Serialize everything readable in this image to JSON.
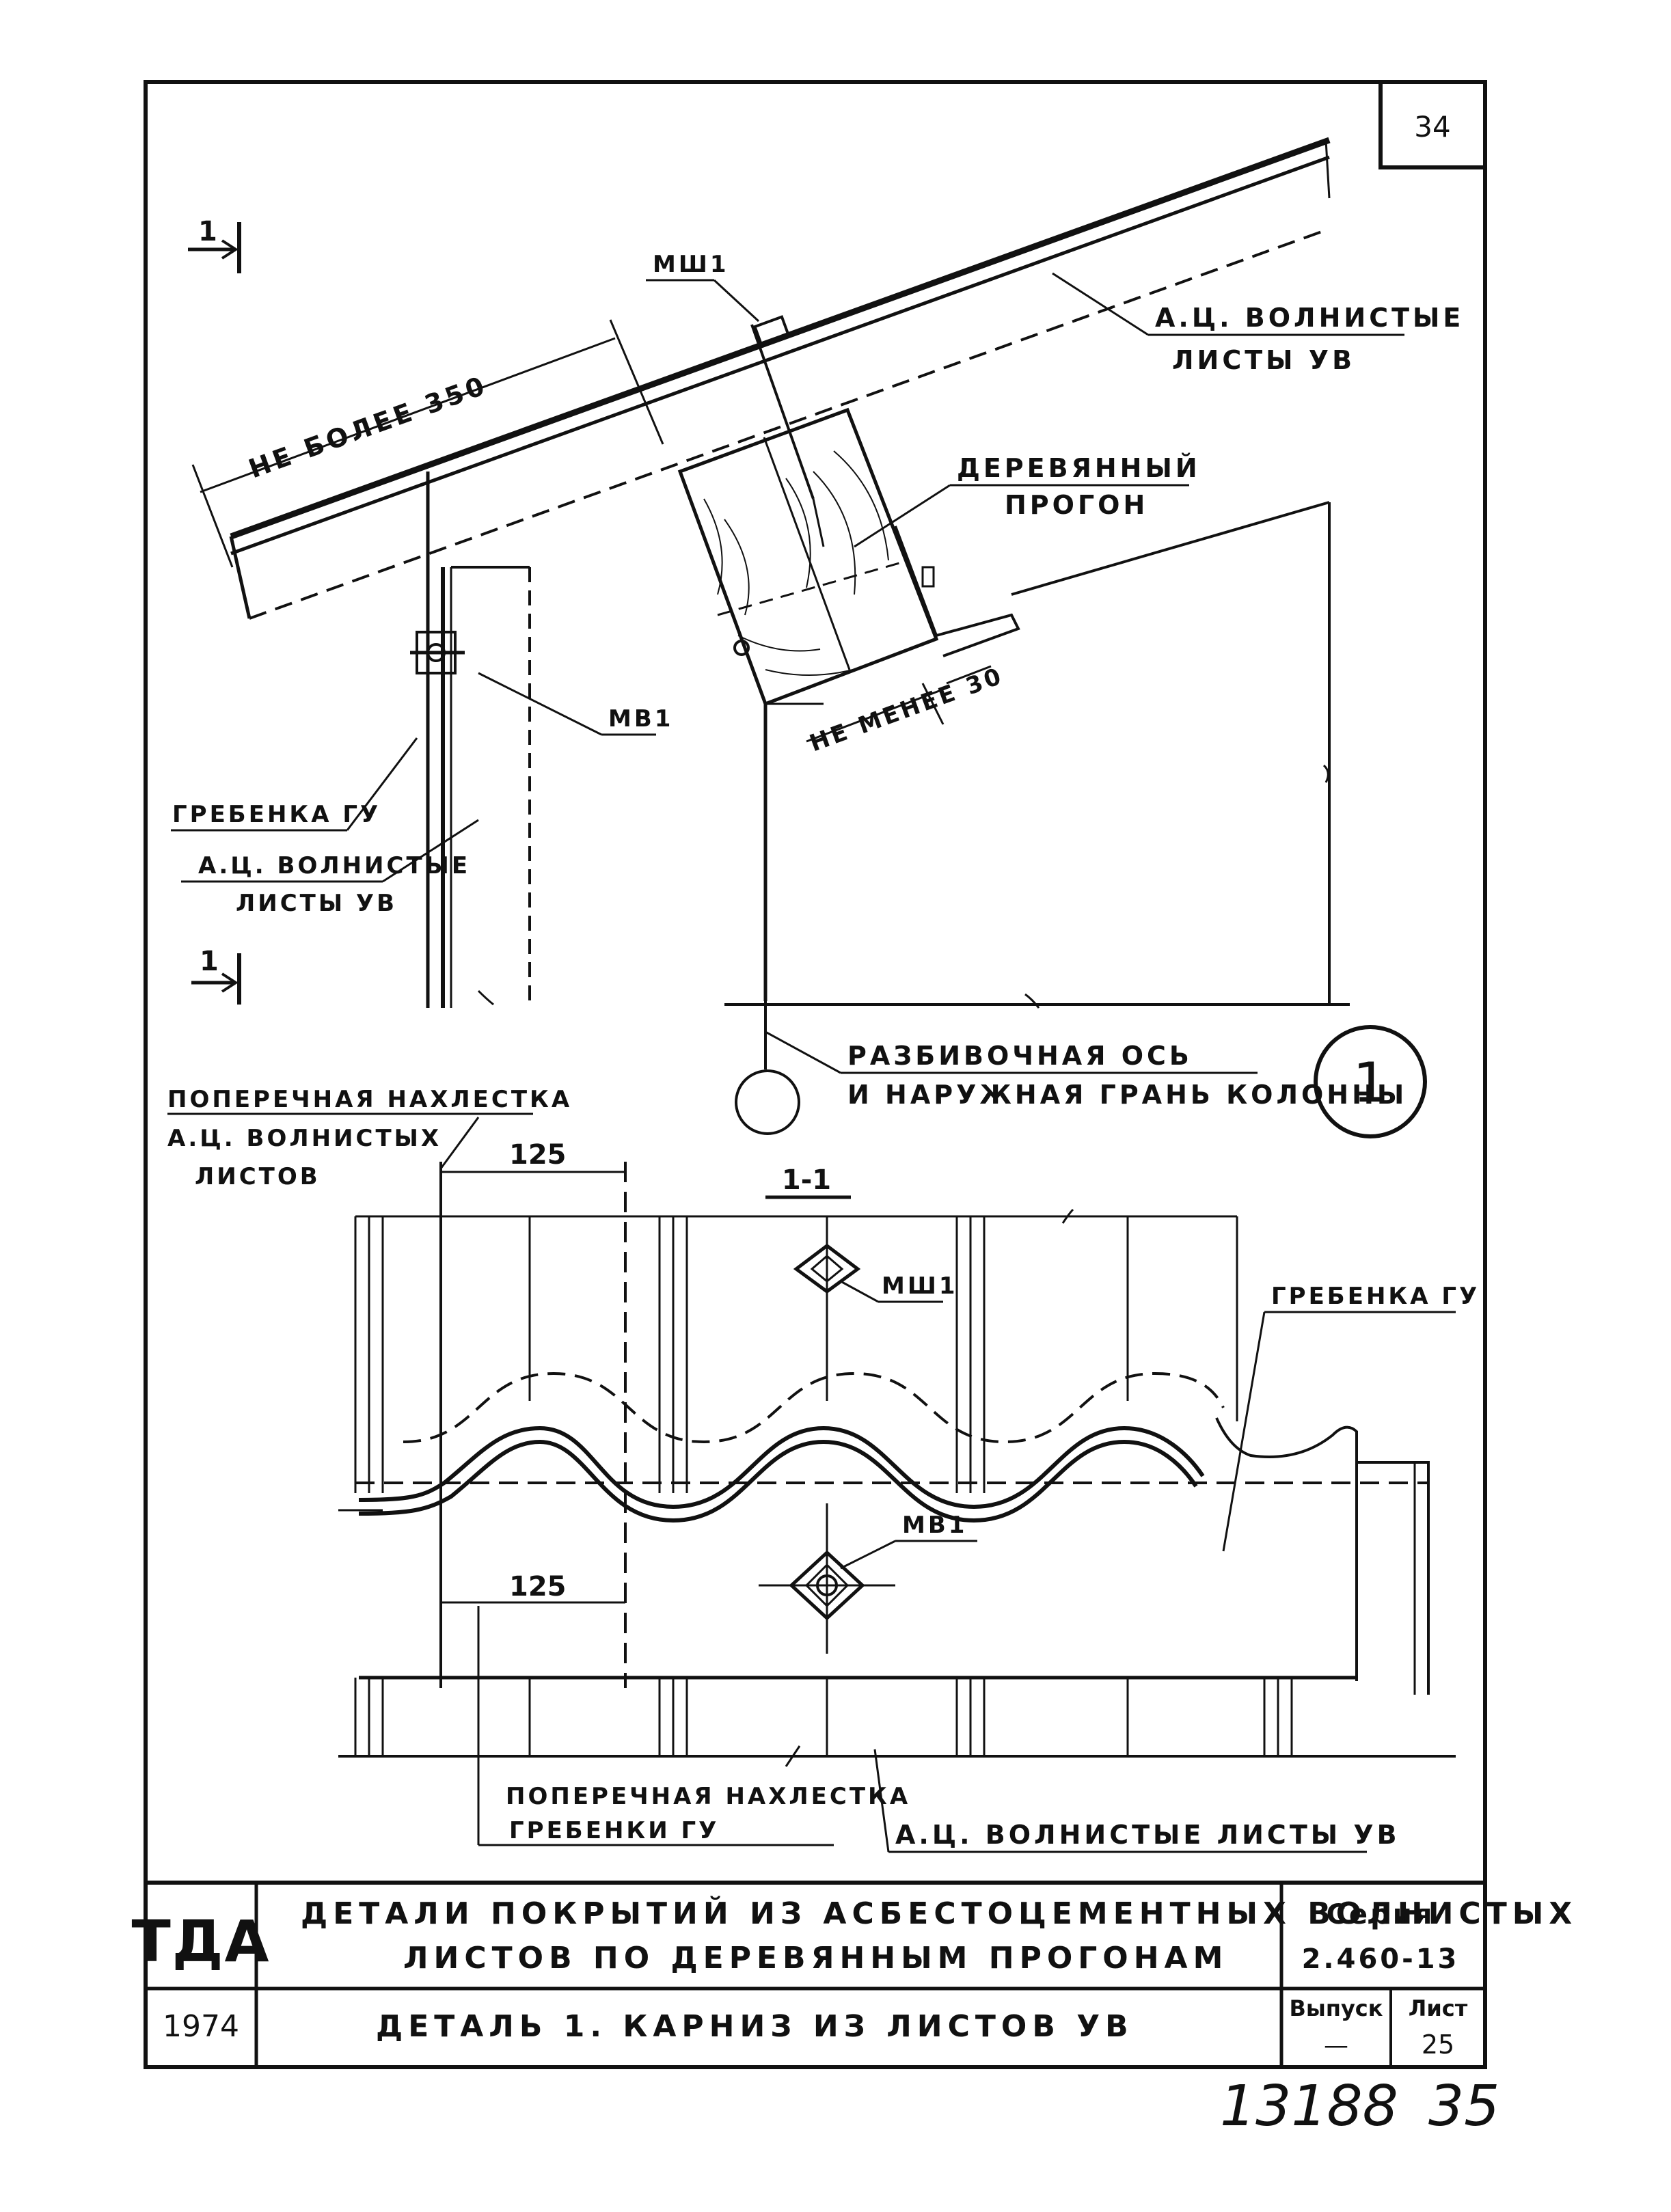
{
  "sheet": {
    "corner_number": "34",
    "handwritten_number": "13188",
    "handwritten_page": "35"
  },
  "detail_1": {
    "section_mark": "1",
    "label_msh1": "МШ1",
    "label_roof_sheets": [
      "А.Ц. ВОЛНИСТЫЕ",
      "ЛИСТЫ УВ"
    ],
    "dim_max_350": "НЕ БОЛЕЕ 350",
    "label_purlin": [
      "ДЕРЕВЯННЫЙ",
      "ПРОГОН"
    ],
    "dim_min_30": "НЕ МЕНЕЕ 30",
    "label_mv1": "МВ1",
    "label_comb": "ГРЕБЕНКА ГУ",
    "label_wall_sheets": [
      "А.Ц. ВОЛНИСТЫЕ",
      "ЛИСТЫ УВ"
    ],
    "label_axis": [
      "РАЗБИВОЧНАЯ ОСЬ",
      "И НАРУЖНАЯ ГРАНЬ КОЛОННЫ"
    ],
    "detail_circle": "1"
  },
  "section_1_1": {
    "title": "1-1",
    "label_overlap_top": [
      "ПОПЕРЕЧНАЯ НАХЛЕСТКА",
      "А.Ц. ВОЛНИСТЫХ",
      "ЛИСТОВ"
    ],
    "dim_top": "125",
    "label_msh1": "МШ1",
    "label_comb": "ГРЕБЕНКА ГУ",
    "label_mv1": "МВ1",
    "dim_bottom": "125",
    "label_overlap_bottom": [
      "ПОПЕРЕЧНАЯ НАХЛЕСТКА",
      "ГРЕБЕНКИ ГУ"
    ],
    "label_sheets": "А.Ц. ВОЛНИСТЫЕ ЛИСТЫ УВ"
  },
  "title_block": {
    "org": "ТДА",
    "title_line1": "ДЕТАЛИ ПОКРЫТИЙ ИЗ АСБЕСТОЦЕМЕНТНЫХ ВОЛНИСТЫХ",
    "title_line2": "ЛИСТОВ ПО ДЕРЕВЯННЫМ ПРОГОНАМ",
    "series_label": "Серия",
    "series_value": "2.460-13",
    "year": "1974",
    "detail_title": "ДЕТАЛЬ 1. КАРНИЗ ИЗ ЛИСТОВ УВ",
    "issue_label": "Выпуск",
    "issue_value": "—",
    "sheet_label": "Лист",
    "sheet_value": "25"
  }
}
